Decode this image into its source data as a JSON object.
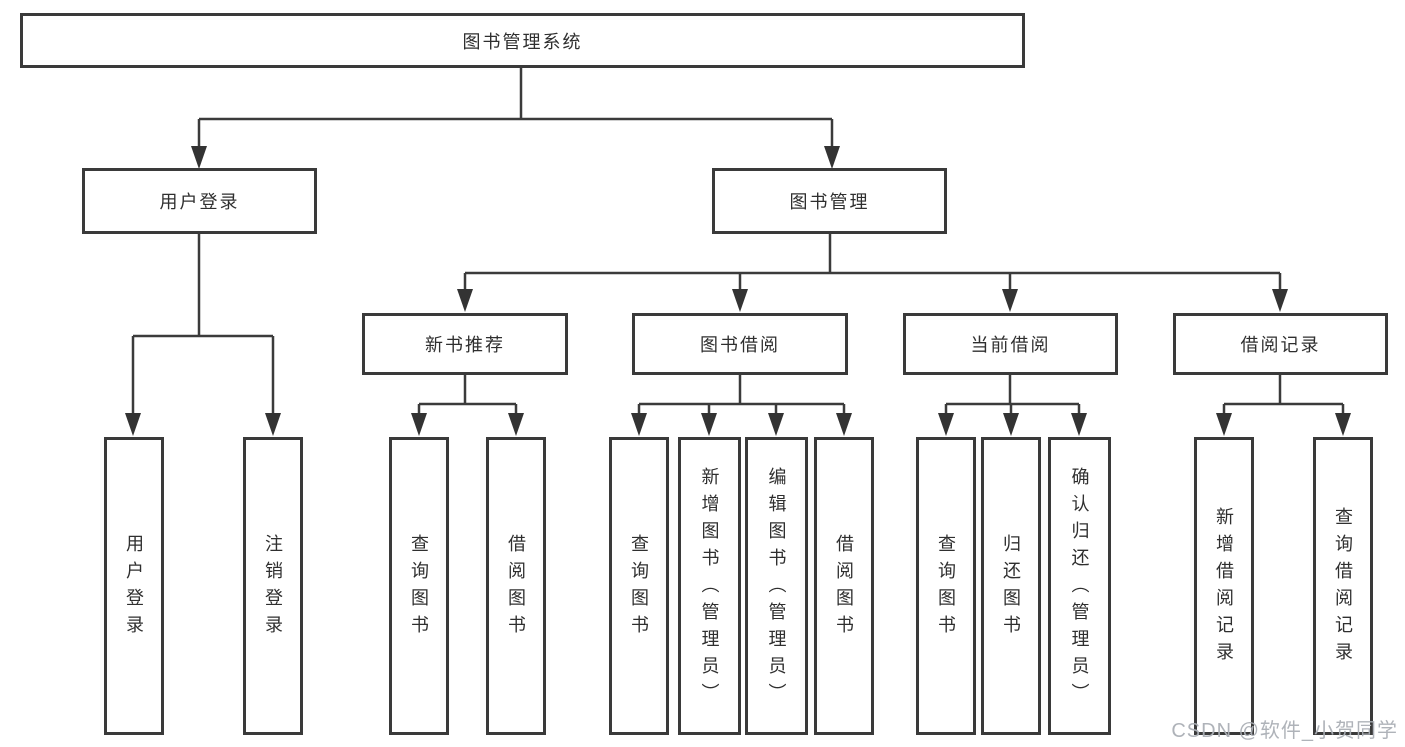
{
  "meta": {
    "background_color": "#ffffff",
    "line_color": "#3b3b3b",
    "box_border_color": "#3a3a3a",
    "text_color": "#2f2f2f",
    "watermark_color": "#abafb6"
  },
  "nodes": {
    "root": {
      "label": "图书管理系统"
    },
    "user_login_branch": {
      "label": "用户登录"
    },
    "book_management": {
      "label": "图书管理"
    },
    "new_book_recommend": {
      "label": "新书推荐"
    },
    "book_borrowing": {
      "label": "图书借阅"
    },
    "current_borrowing": {
      "label": "当前借阅"
    },
    "borrowing_records": {
      "label": "借阅记录"
    },
    "leaf_user_login": {
      "label": "用户登录"
    },
    "leaf_logout": {
      "label": "注销登录"
    },
    "leaf_recommend_query_books": {
      "label": "查询图书"
    },
    "leaf_recommend_borrow_books": {
      "label": "借阅图书"
    },
    "leaf_borrowing_query_books": {
      "label": "查询图书"
    },
    "leaf_borrowing_add_books": {
      "label": "新增图书（管理员）"
    },
    "leaf_borrowing_edit_books": {
      "label": "编辑图书（管理员）"
    },
    "leaf_borrowing_borrow_books": {
      "label": "借阅图书"
    },
    "leaf_current_query_books": {
      "label": "查询图书"
    },
    "leaf_current_return_books": {
      "label": "归还图书"
    },
    "leaf_current_confirm_return": {
      "label": "确认归还（管理员）"
    },
    "leaf_records_add_record": {
      "label": "新增借阅记录"
    },
    "leaf_records_query_record": {
      "label": "查询借阅记录"
    }
  },
  "watermark": {
    "text": "CSDN @软件_小贺同学"
  }
}
